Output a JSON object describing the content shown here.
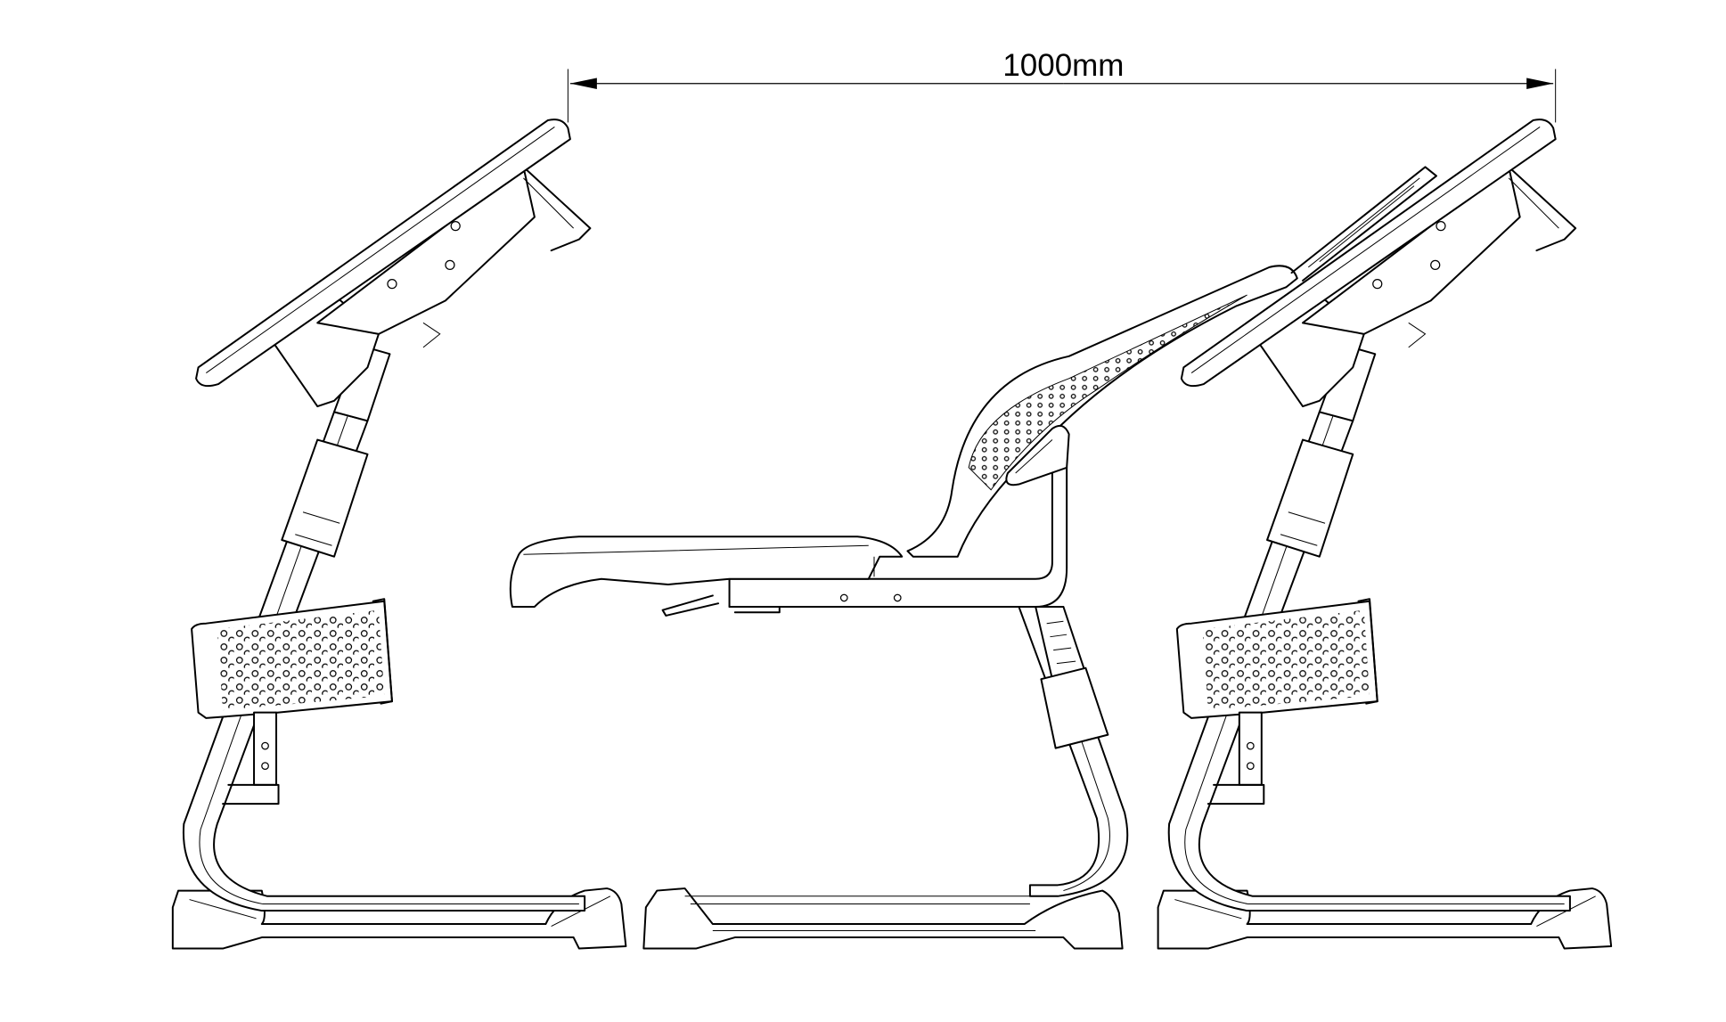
{
  "dimension": {
    "label": "1000mm",
    "value": 1000,
    "unit": "mm"
  },
  "colors": {
    "line": "#000000",
    "background": "#ffffff"
  }
}
